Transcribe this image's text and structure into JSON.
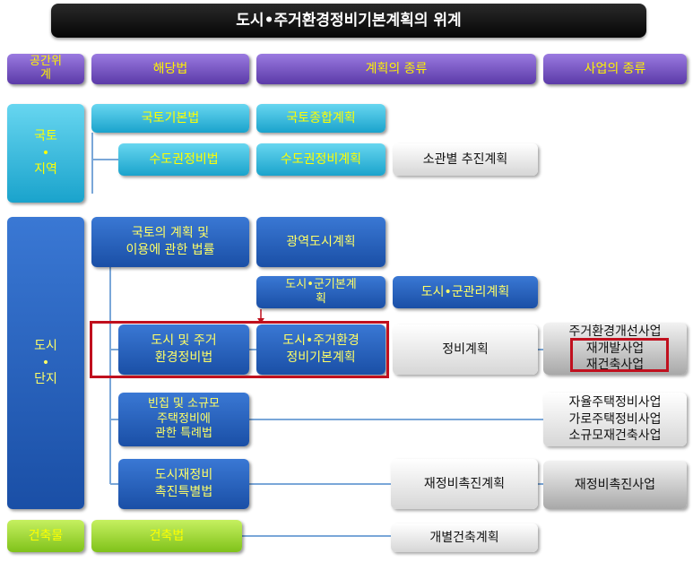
{
  "title": "도시•주거환경정비기본계획의 위계",
  "headers": {
    "space": "공간위\n계",
    "law": "해당법",
    "plan": "계획의 종류",
    "project": "사업의 종류"
  },
  "space": {
    "national": "국토\n•\n지역",
    "city": "도시\n•\n단지",
    "building": "건축물"
  },
  "laws": {
    "national_basic": "국토기본법",
    "capital": "수도권정비법",
    "planning": "국토의 계획 및\n이용에 관한 법률",
    "urban_housing": "도시 및 주거\n환경정비법",
    "small_scale": "빈집 및 소규모\n주택정비에\n관한 특례법",
    "promotion": "도시재정비\n촉진특별법",
    "building": "건축법"
  },
  "plans": {
    "comprehensive": "국토종합계획",
    "capital": "수도권정비계획",
    "departmental": "소관별 추진계획",
    "metro": "광역도시계획",
    "basic": "도시•군기본계\n획",
    "management": "도시•군관리계획",
    "master": "도시•주거환경\n정비기본계획",
    "maintenance": "정비계획",
    "promotion": "재정비촉진계획",
    "building": "개별건축계획"
  },
  "projects": {
    "group": "주거환경개선사업\n재개발사업\n재건축사업",
    "small": "자율주택정비사업\n가로주택정비사업\n소규모재건축사업",
    "promotion": "재정비촉진사업"
  }
}
